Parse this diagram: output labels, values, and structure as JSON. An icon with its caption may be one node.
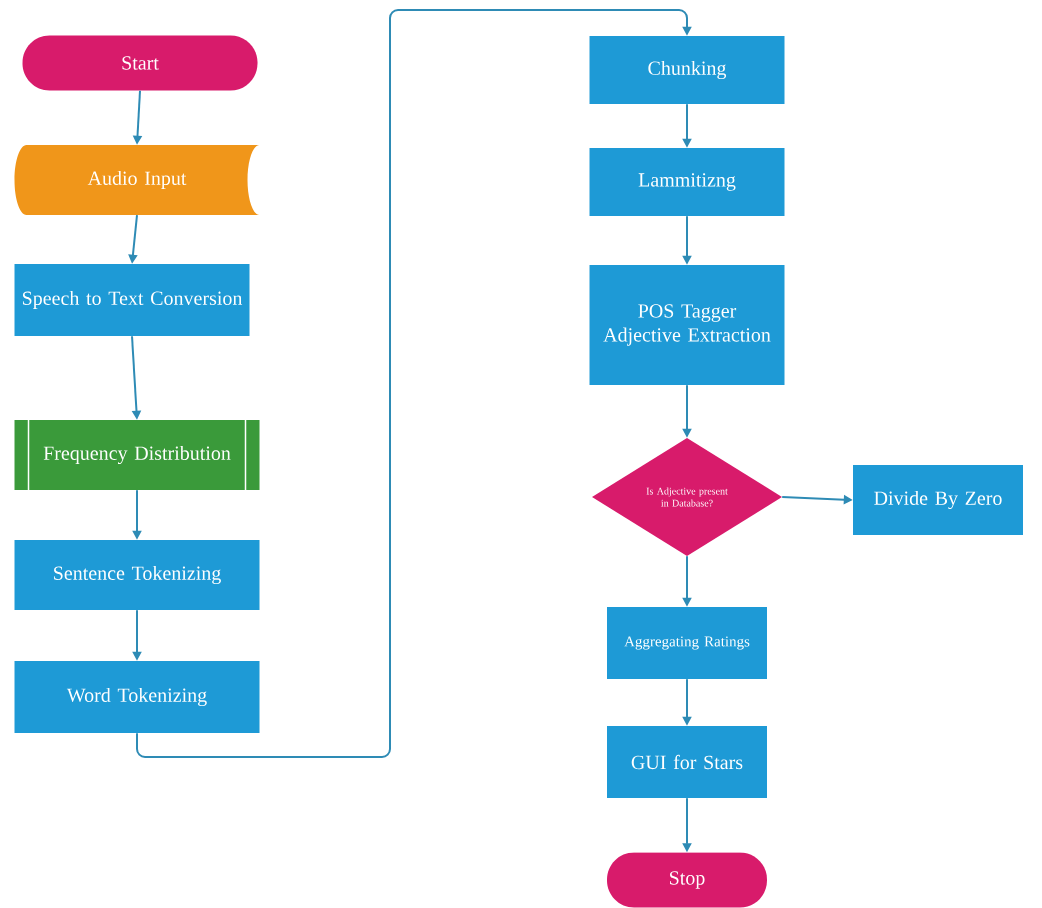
{
  "diagram": {
    "nodes": [
      {
        "text": [
          "Start"
        ]
      },
      {
        "text": [
          "Audio Input"
        ]
      },
      {
        "text": [
          "Speech to Text Conversion"
        ]
      },
      {
        "text": [
          "Frequency Distribution"
        ]
      },
      {
        "text": [
          "Sentence Tokenizing"
        ]
      },
      {
        "text": [
          "Word Tokenizing"
        ]
      },
      {
        "text": [
          "Chunking"
        ]
      },
      {
        "text": [
          "Lammitizng"
        ]
      },
      {
        "text": [
          "POS Tagger Adjective Extraction"
        ]
      },
      {
        "text": [
          "Is Adjective present in Database?"
        ]
      },
      {
        "text": [
          "Divide By Zero"
        ]
      },
      {
        "text": [
          "Aggregating Ratings"
        ]
      },
      {
        "text": [
          "GUI for Stars"
        ]
      },
      {
        "text": [
          "Stop"
        ]
      }
    ],
    "edges": [
      {
        "from": 0,
        "to": 1,
        "arrow": "to"
      },
      {
        "from": 1,
        "to": 2,
        "arrow": "to"
      },
      {
        "from": 2,
        "to": 3,
        "arrow": "to"
      },
      {
        "from": 3,
        "to": 4,
        "arrow": "to"
      },
      {
        "from": 4,
        "to": 5,
        "arrow": "to"
      },
      {
        "from": 5,
        "to": 6,
        "arrow": "to"
      },
      {
        "from": 6,
        "to": 7,
        "arrow": "to"
      },
      {
        "from": 7,
        "to": 8,
        "arrow": "to"
      },
      {
        "from": 8,
        "to": 9,
        "arrow": "to"
      },
      {
        "from": 9,
        "to": 10,
        "arrow": "to"
      },
      {
        "from": 9,
        "to": 11,
        "arrow": "to"
      },
      {
        "from": 11,
        "to": 12,
        "arrow": "to"
      },
      {
        "from": 12,
        "to": 13,
        "arrow": "to"
      }
    ]
  }
}
